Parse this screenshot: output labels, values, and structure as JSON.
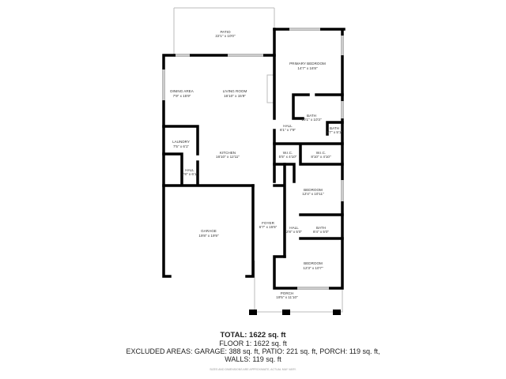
{
  "rooms": [
    {
      "name": "PATIO",
      "dims": "22'1\" x 10'0\""
    },
    {
      "name": "PRIMARY BEDROOM",
      "dims": "14'7\" x 16'8\""
    },
    {
      "name": "DINING AREA",
      "dims": "7'9\" x 15'9\""
    },
    {
      "name": "LIVING ROOM",
      "dims": "16'10\" x 15'9\""
    },
    {
      "name": "BATH",
      "dims": "10'1\" x 10'3\""
    },
    {
      "name": "HALL",
      "dims": "6'1\" x 7'9\""
    },
    {
      "name": "BATH",
      "dims": "3'7\" x 5'1\""
    },
    {
      "name": "LAUNDRY",
      "dims": "7'5\" x 6'1\""
    },
    {
      "name": "KITCHEN",
      "dims": "16'10\" x 12'11\""
    },
    {
      "name": "W.I.C.",
      "dims": "5'5\" x 4'10\""
    },
    {
      "name": "W.I.C.",
      "dims": "8'10\" x 4'10\""
    },
    {
      "name": "HALL",
      "dims": "2'8\" x 6'1\""
    },
    {
      "name": "BEDROOM",
      "dims": "12'4\" x 10'11\""
    },
    {
      "name": "FOYER",
      "dims": "6'7\" x 15'5\""
    },
    {
      "name": "HALL",
      "dims": "2'8\" x 5'0\""
    },
    {
      "name": "BATH",
      "dims": "8'4\" x 5'0\""
    },
    {
      "name": "GARAGE",
      "dims": "19'8\" x 19'9\""
    },
    {
      "name": "BEDROOM",
      "dims": "12'3\" x 10'7\""
    },
    {
      "name": "PORCH",
      "dims": "19'5\" x 11'10\""
    }
  ],
  "summary": {
    "total": "TOTAL: 1622 sq. ft",
    "floor": "FLOOR 1: 1622 sq. ft",
    "excluded": "EXCLUDED AREAS: GARAGE: 388 sq. ft, PATIO: 221 sq. ft, PORCH: 119 sq. ft,",
    "walls": "WALLS: 119 sq. ft",
    "disclaimer": "SIZES AND DIMENSIONS ARE APPROXIMATE, ACTUAL MAY VARY."
  }
}
